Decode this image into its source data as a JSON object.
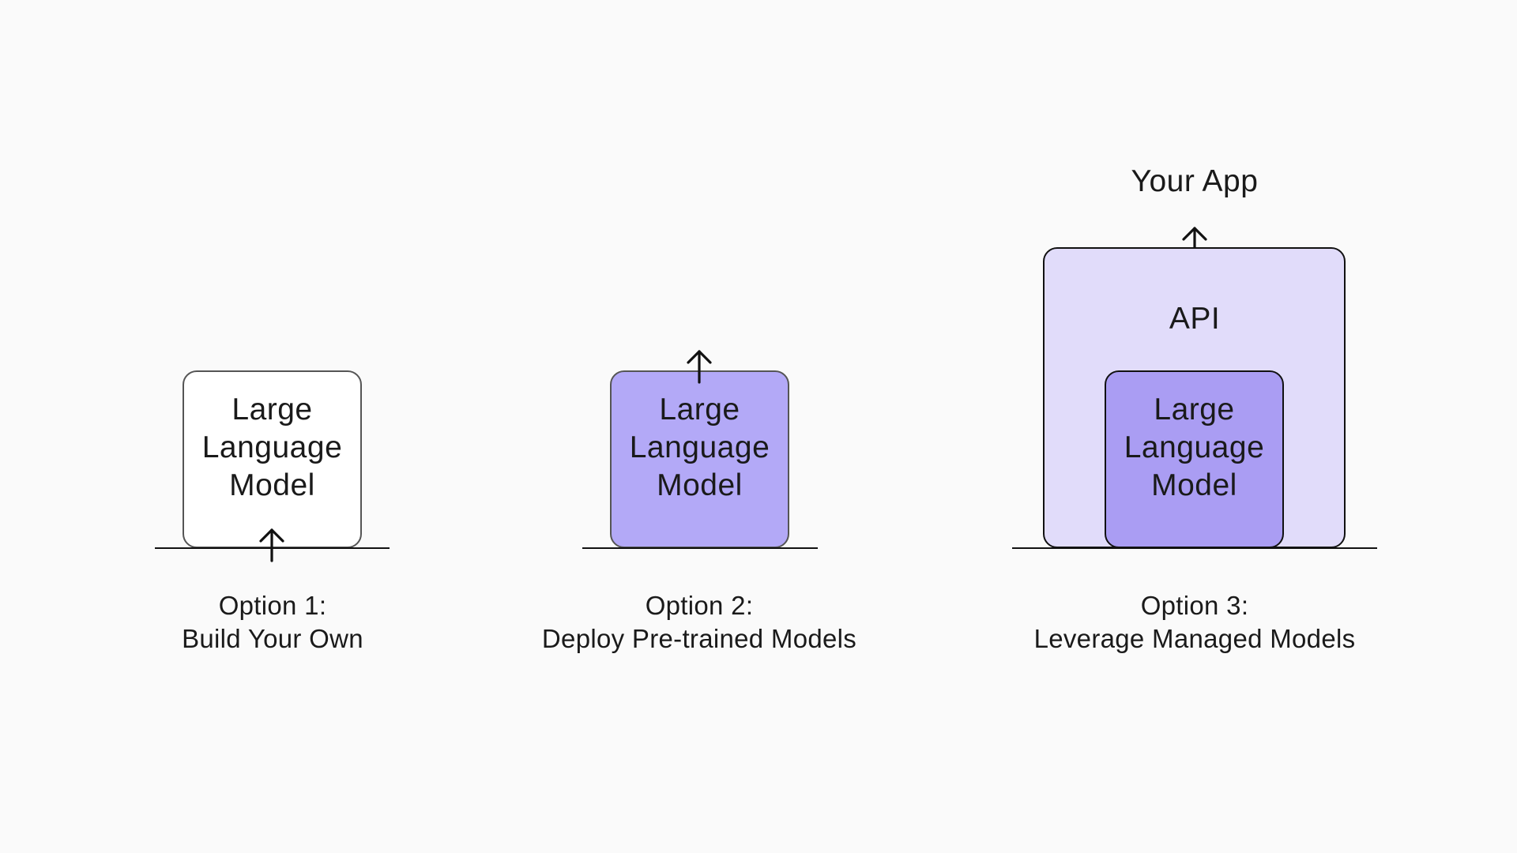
{
  "colors": {
    "background": "#fafafa",
    "box_white_fill": "#ffffff",
    "box_white_border": "#555555",
    "box_purple_fill": "#b3a9f7",
    "box_purple_inner_fill": "#aa9df3",
    "api_fill": "#e1dcfa",
    "stroke": "#111111"
  },
  "icons": {
    "arrow": "arrow-up-icon"
  },
  "options": [
    {
      "model_label": [
        "Large",
        "Language",
        "Model"
      ],
      "caption": [
        "Option 1:",
        "Build Your Own"
      ]
    },
    {
      "model_label": [
        "Large",
        "Language",
        "Model"
      ],
      "caption": [
        "Option 2:",
        "Deploy Pre-trained Models"
      ]
    },
    {
      "model_label": [
        "Large",
        "Language",
        "Model"
      ],
      "api_label": "API",
      "app_label": "Your App",
      "caption": [
        "Option 3:",
        "Leverage Managed Models"
      ]
    }
  ]
}
